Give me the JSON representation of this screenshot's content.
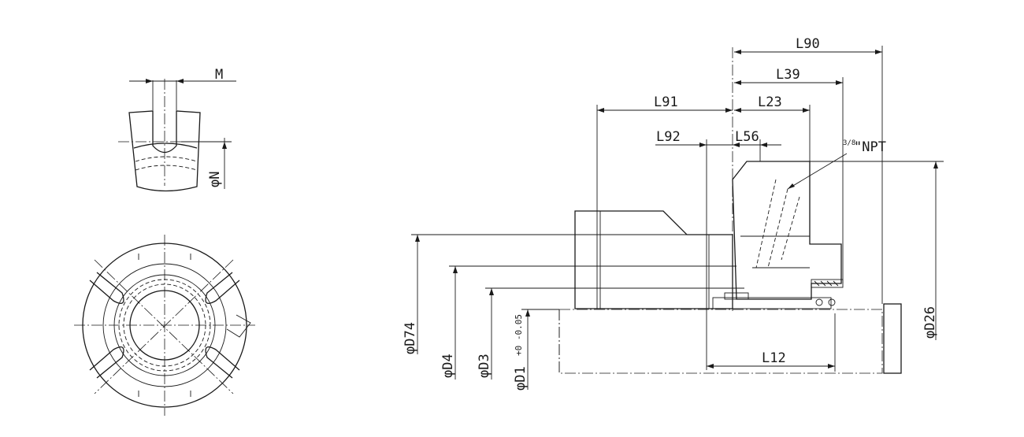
{
  "labels": {
    "M": "M",
    "phiN": "φN",
    "L90": "L90",
    "L39": "L39",
    "L91": "L91",
    "L23": "L23",
    "L92": "L92",
    "L56": "L56",
    "npt_frac": "3/8",
    "npt": "\"NPT",
    "L12": "L12",
    "phiD74": "φD74",
    "phiD4": "φD4",
    "phiD3": "φD3",
    "phiD1": "φD1",
    "phiD1_tol": "+0 -0.05",
    "phiD26": "φD26"
  }
}
